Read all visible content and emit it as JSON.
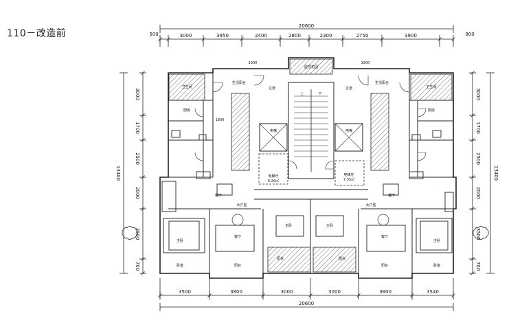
{
  "title": "110－改造前",
  "top_dims": {
    "total": "20600",
    "segments": [
      "500",
      "3000",
      "3950",
      "2400",
      "2800",
      "2300",
      "2750",
      "3900",
      "800"
    ]
  },
  "bottom_dims": {
    "total": "20600",
    "segments": [
      "3500",
      "3800",
      "3000",
      "3000",
      "3800",
      "3540"
    ]
  },
  "left_dims": {
    "total": "13400",
    "segments": [
      "3000",
      "1700",
      "2500",
      "2000",
      "3500",
      "700"
    ]
  },
  "right_dims": {
    "total": "13400",
    "segments": [
      "3000",
      "1700",
      "2500",
      "2000",
      "3500",
      "700"
    ]
  },
  "small_dims": [
    "1900",
    "1900",
    "1800"
  ],
  "rooms": {
    "top_center": "屋顶花园",
    "balcony_l": "生活阳台",
    "balcony_r": "生活阳台",
    "bath_tl": "卫生间",
    "bath_tr": "卫生间",
    "kitchen_l": "厨房",
    "kitchen_r": "厨房",
    "corridor_l": "过道",
    "corridor_r": "过道",
    "stairs_up": "上",
    "stairs_down": "下",
    "elevator_l": "电梯",
    "elevator_r": "电梯",
    "hall_l": "电梯厅",
    "hall_r": "电梯厅",
    "hall_l_area": "6.29㎡",
    "hall_r_area": "7.35㎡",
    "dining_l": "餐厅",
    "dining_r": "餐厅",
    "living_l": "客厅",
    "living_r": "客厅",
    "bed_l": "主卧",
    "bed_r": "主卧",
    "master_l": "卧室",
    "master_r": "卧室",
    "mid_l": "主卧",
    "mid_r": "主卧",
    "bal_bl": "阳台",
    "bal_bml": "阳台",
    "bal_bmr": "阳台",
    "bal_br": "阳台",
    "label_l": "大户型",
    "label_r": "大户型"
  }
}
